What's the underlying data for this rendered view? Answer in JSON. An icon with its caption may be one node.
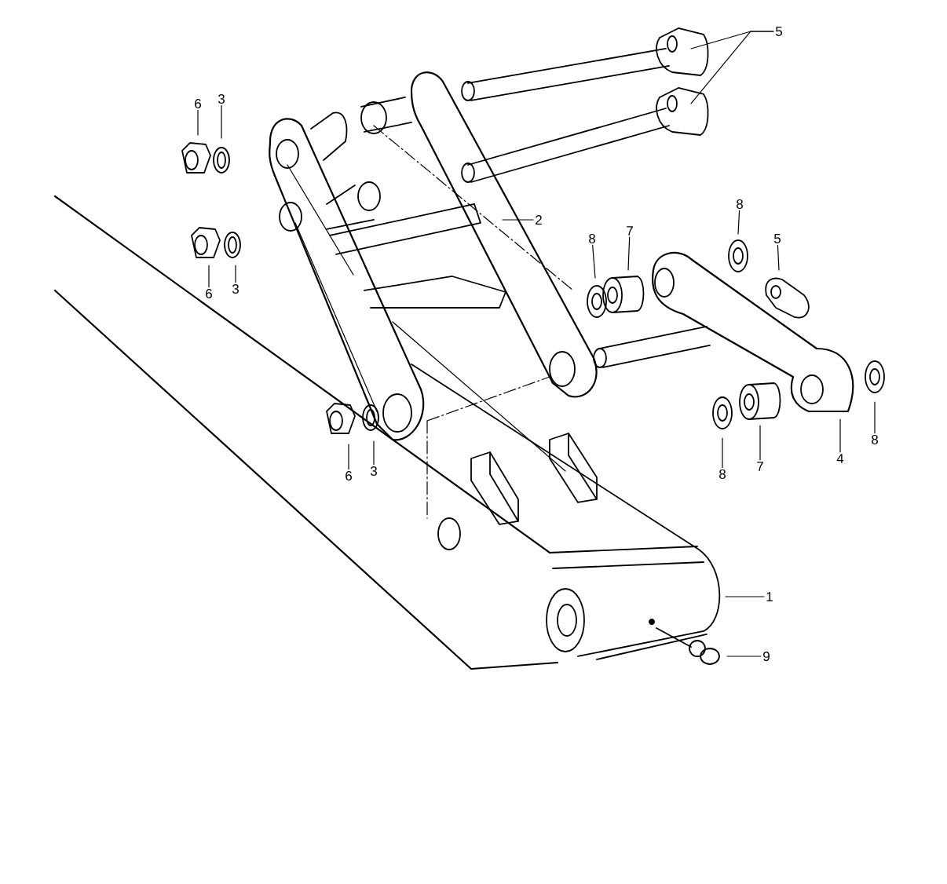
{
  "diagram": {
    "nodes": [
      {
        "text": [
          "6"
        ]
      },
      {
        "text": [
          "3"
        ]
      },
      {
        "text": [
          "5"
        ]
      },
      {
        "text": [
          "2"
        ]
      },
      {
        "text": [
          "6"
        ]
      },
      {
        "text": [
          "3"
        ]
      },
      {
        "text": [
          "8"
        ]
      },
      {
        "text": [
          "7"
        ]
      },
      {
        "text": [
          "8"
        ]
      },
      {
        "text": [
          "5"
        ]
      },
      {
        "text": [
          "6"
        ]
      },
      {
        "text": [
          "3"
        ]
      },
      {
        "text": [
          "8"
        ]
      },
      {
        "text": [
          "7"
        ]
      },
      {
        "text": [
          "4"
        ]
      },
      {
        "text": [
          "8"
        ]
      },
      {
        "text": [
          "1"
        ]
      },
      {
        "text": [
          "9"
        ]
      }
    ],
    "edges": [
      {
        "from": 0,
        "to": null,
        "arrow": "none"
      },
      {
        "from": 1,
        "to": null,
        "arrow": "none"
      },
      {
        "from": 2,
        "to": null,
        "arrow": "none"
      },
      {
        "from": 2,
        "to": null,
        "arrow": "none"
      },
      {
        "from": 3,
        "to": null,
        "arrow": "none"
      },
      {
        "from": 4,
        "to": null,
        "arrow": "none"
      },
      {
        "from": 5,
        "to": null,
        "arrow": "none"
      },
      {
        "from": 6,
        "to": null,
        "arrow": "none"
      },
      {
        "from": 7,
        "to": null,
        "arrow": "none"
      },
      {
        "from": 8,
        "to": null,
        "arrow": "none"
      },
      {
        "from": 9,
        "to": null,
        "arrow": "none"
      },
      {
        "from": 10,
        "to": null,
        "arrow": "none"
      },
      {
        "from": 11,
        "to": null,
        "arrow": "none"
      },
      {
        "from": 12,
        "to": null,
        "arrow": "none"
      },
      {
        "from": 13,
        "to": null,
        "arrow": "none"
      },
      {
        "from": 14,
        "to": null,
        "arrow": "none"
      },
      {
        "from": 15,
        "to": null,
        "arrow": "none"
      },
      {
        "from": 16,
        "to": null,
        "arrow": "none"
      },
      {
        "from": 17,
        "to": null,
        "arrow": "none"
      }
    ]
  }
}
